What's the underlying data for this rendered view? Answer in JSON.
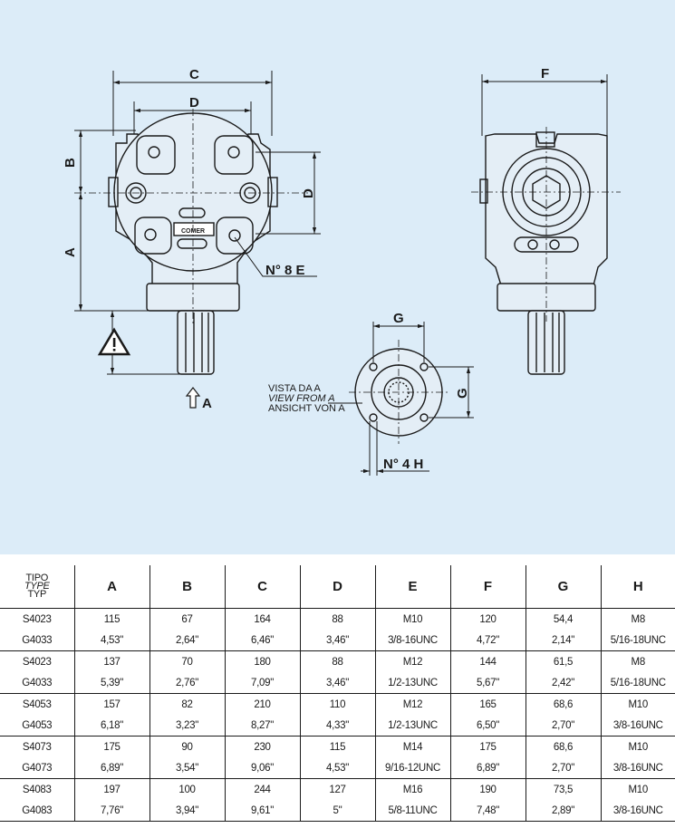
{
  "drawing": {
    "dims": {
      "A": "A",
      "B": "B",
      "C": "C",
      "D": "D",
      "D2": "D",
      "F": "F",
      "G": "G",
      "G2": "G"
    },
    "holes_main": "N° 8 E",
    "holes_flange": "N° 4 H",
    "view_label": [
      "VISTA DA A",
      "VIEW FROM A",
      "ANSICHT VON A"
    ],
    "arrow_label": "A",
    "nameplate": "COMER"
  },
  "table": {
    "type_header": [
      "TIPO",
      "TYPE",
      "TYP"
    ],
    "headers": [
      "A",
      "B",
      "C",
      "D",
      "E",
      "F",
      "G",
      "H"
    ],
    "rows": [
      [
        "S4023",
        "115",
        "67",
        "164",
        "88",
        "M10",
        "120",
        "54,4",
        "M8"
      ],
      [
        "G4033",
        "4,53\"",
        "2,64\"",
        "6,46\"",
        "3,46\"",
        "3/8-16UNC",
        "4,72\"",
        "2,14\"",
        "5/16-18UNC"
      ],
      [
        "S4023",
        "137",
        "70",
        "180",
        "88",
        "M12",
        "144",
        "61,5",
        "M8"
      ],
      [
        "G4033",
        "5,39\"",
        "2,76\"",
        "7,09\"",
        "3,46\"",
        "1/2-13UNC",
        "5,67\"",
        "2,42\"",
        "5/16-18UNC"
      ],
      [
        "S4053",
        "157",
        "82",
        "210",
        "110",
        "M12",
        "165",
        "68,6",
        "M10"
      ],
      [
        "G4053",
        "6,18\"",
        "3,23\"",
        "8,27\"",
        "4,33\"",
        "1/2-13UNC",
        "6,50\"",
        "2,70\"",
        "3/8-16UNC"
      ],
      [
        "S4073",
        "175",
        "90",
        "230",
        "115",
        "M14",
        "175",
        "68,6",
        "M10"
      ],
      [
        "G4073",
        "6,89\"",
        "3,54\"",
        "9,06\"",
        "4,53\"",
        "9/16-12UNC",
        "6,89\"",
        "2,70\"",
        "3/8-16UNC"
      ],
      [
        "S4083",
        "197",
        "100",
        "244",
        "127",
        "M16",
        "190",
        "73,5",
        "M10"
      ],
      [
        "G4083",
        "7,76\"",
        "3,94\"",
        "9,61\"",
        "5\"",
        "5/8-11UNC",
        "7,48\"",
        "2,89\"",
        "3/8-16UNC"
      ]
    ]
  }
}
